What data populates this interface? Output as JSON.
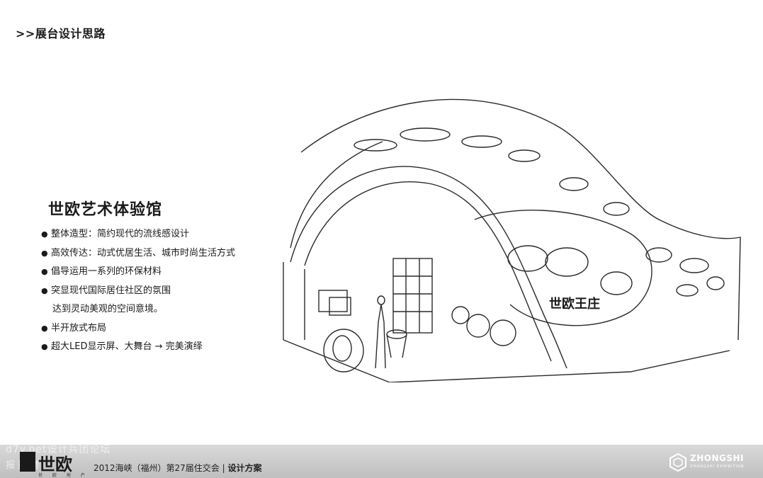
{
  "header": {
    "section_title": ">>展台设计思路"
  },
  "pavilion": {
    "title": "世欧艺术体验馆",
    "bullets": [
      "整体造型：简约现代的流线感设计",
      "高效传达：动式优居生活、城市时尚生活方式",
      "倡导运用一系列的环保材料",
      "突显现代国际居住社区的氛围",
      "半开放式布局",
      "超大LED显示屏、大舞台 → 完美演绎"
    ],
    "bullet_continuation": "达到灵动美观的空间意境。",
    "sketch_sign": "世欧王庄"
  },
  "footer": {
    "watermark_line1": "d7y.net设计兵团论坛",
    "watermark_line2": "报 招 聘",
    "logo_text": "世欧",
    "logo_sub": "世 欧 地 产",
    "caption": "2012海峡（福州）第27届住交会 | ",
    "caption_bold": "设计方案",
    "company": "ZHONGSHI",
    "company_sub": "ZHONGSHI EXHIBITION"
  },
  "colors": {
    "ink": "#1a1a1a",
    "footer_bg": "#c8c8c8"
  }
}
